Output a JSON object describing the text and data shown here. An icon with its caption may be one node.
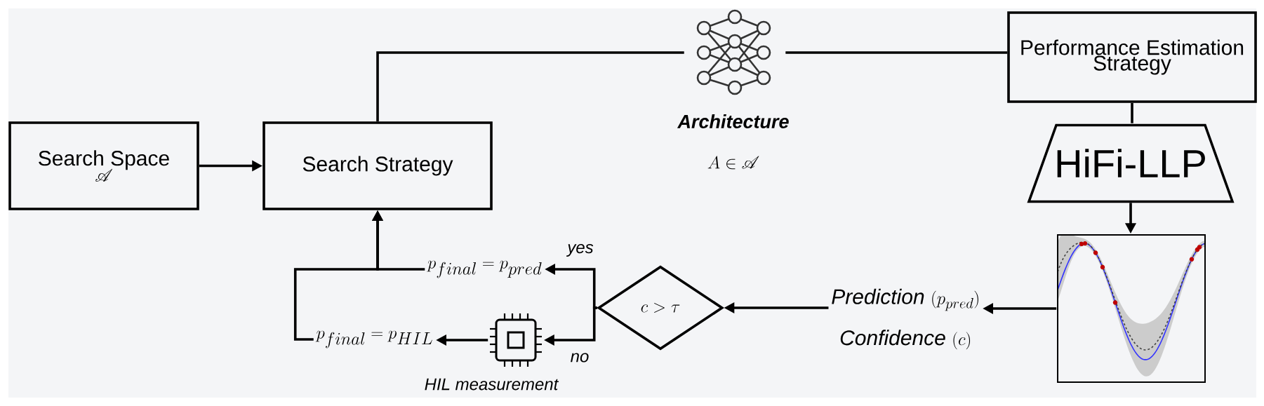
{
  "diagram": {
    "nodes": [
      {
        "text": [
          "Search Space",
          "\\mathscr{A}"
        ]
      },
      {
        "text": [
          "Search Strategy"
        ]
      },
      {
        "text": [
          "Architecture",
          "A \\in \\mathscr{A}"
        ]
      },
      {
        "text": [
          "Performance Estimation Strategy"
        ]
      },
      {
        "text": [
          "HiFi-LLP"
        ]
      },
      {
        "text": [],
        "shape": "picture"
      },
      {
        "text": [
          "\\textit{Prediction}\\ (p_{pred})",
          "\\textit{Confidence}\\ (c)"
        ]
      },
      {
        "text": [
          "c > \\tau"
        ]
      },
      {
        "text": [
          "p_{final} = p_{pred}"
        ]
      },
      {
        "text": [],
        "shape": "chip",
        "beside": [
          "HIL measurement"
        ]
      },
      {
        "text": [
          "p_{final} = p_{HIL}"
        ]
      }
    ],
    "edges": [
      {
        "from": 0,
        "to": 1,
        "arrow": "to"
      },
      {
        "from": 1,
        "to": 2,
        "arrow": "none"
      },
      {
        "from": 2,
        "to": 3,
        "arrow": "none"
      },
      {
        "from": 3,
        "to": 4,
        "arrow": "none"
      },
      {
        "from": 4,
        "to": 5,
        "arrow": "to"
      },
      {
        "from": 5,
        "to": 6,
        "arrow": "to"
      },
      {
        "from": 6,
        "to": 7,
        "arrow": "to"
      },
      {
        "from": 7,
        "to": 8,
        "arrow": "to",
        "label": "yes"
      },
      {
        "from": 7,
        "to": 9,
        "arrow": "to",
        "label": "no"
      },
      {
        "from": 9,
        "to": 10,
        "arrow": "to"
      },
      {
        "from": 8,
        "to": 1,
        "arrow": "to"
      },
      {
        "from": 10,
        "to": 1,
        "arrow": "to"
      }
    ]
  }
}
